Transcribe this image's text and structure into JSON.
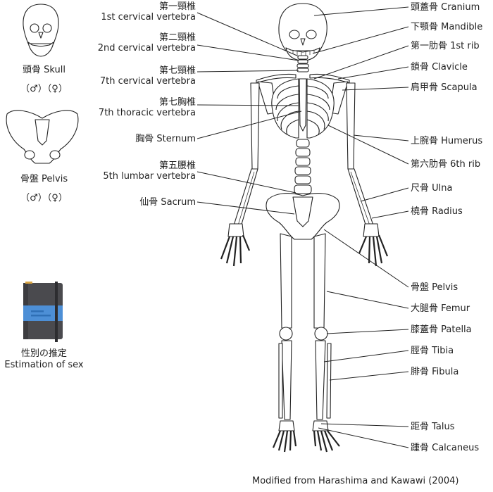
{
  "left_labels": [
    {
      "ja": "第一頸椎",
      "en": "1st cervical vertebra"
    },
    {
      "ja": "第二頸椎",
      "en": "2nd cervical vertebra"
    },
    {
      "ja": "第七頸椎",
      "en": "7th cervical vertebra"
    },
    {
      "ja": "第七胸椎",
      "en": "7th thoracic vertebra"
    },
    {
      "text": "胸骨 Sternum"
    },
    {
      "ja": "第五腰椎",
      "en": "5th lumbar vertebra"
    },
    {
      "text": "仙骨 Sacrum"
    }
  ],
  "right_labels": [
    "頭蓋骨 Cranium",
    "下顎骨 Mandible",
    "第一肋骨 1st rib",
    "鎖骨 Clavicle",
    "肩甲骨 Scapula",
    "上腕骨 Humerus",
    "第六肋骨 6th rib",
    "尺骨 Ulna",
    "橈骨 Radius",
    "骨盤 Pelvis",
    "大腿骨 Femur",
    "膝蓋骨 Patella",
    "脛骨 Tibia",
    "腓骨 Fibula",
    "距骨 Talus",
    "踵骨 Calcaneus"
  ],
  "sidebar": {
    "skull_label": "頭骨 Skull",
    "skull_sex": "（♂）（♀）",
    "pelvis_label": "骨盤 Pelvis",
    "pelvis_sex": "（♂）（♀）",
    "book_label_ja": "性別の推定",
    "book_label_en": "Estimation of sex"
  },
  "colors": {
    "book_cover": "#4a4a4e",
    "book_band": "#4d8fd6",
    "line": "#222222"
  },
  "credit": "Modified from Harashima and Kawawi (2004)"
}
